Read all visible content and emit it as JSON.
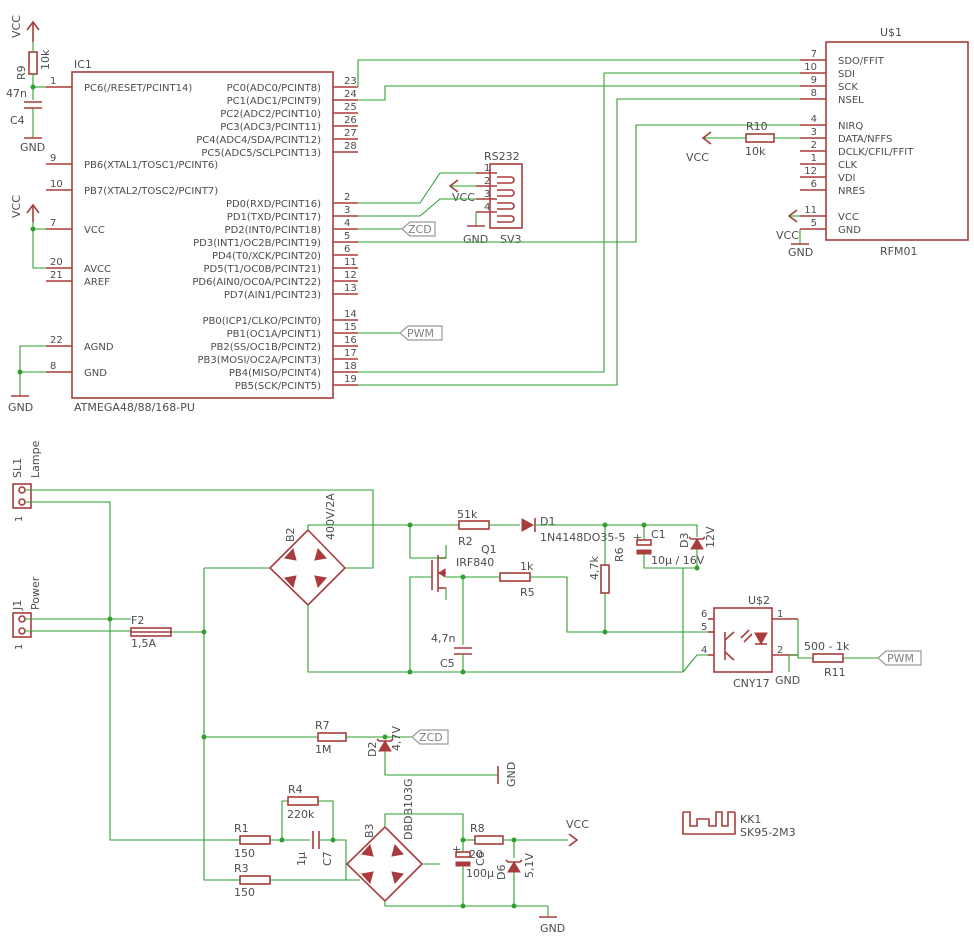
{
  "ic1": {
    "name": "IC1",
    "value": "ATMEGA48/88/168-PU",
    "left_pins": [
      {
        "num": "1",
        "name": "PC6(/RESET/PCINT14)"
      },
      {
        "num": "9",
        "name": "PB6(XTAL1/TOSC1/PCINT6)"
      },
      {
        "num": "10",
        "name": "PB7(XTAL2/TOSC2/PCINT7)"
      },
      {
        "num": "7",
        "name": "VCC"
      },
      {
        "num": "20",
        "name": "AVCC"
      },
      {
        "num": "21",
        "name": "AREF"
      },
      {
        "num": "22",
        "name": "AGND"
      },
      {
        "num": "8",
        "name": "GND"
      }
    ],
    "right_pins": [
      {
        "num": "23",
        "name": "PC0(ADC0/PCINT8)"
      },
      {
        "num": "24",
        "name": "PC1(ADC1/PCINT9)"
      },
      {
        "num": "25",
        "name": "PC2(ADC2/PCINT10)"
      },
      {
        "num": "26",
        "name": "PC3(ADC3/PCINT11)"
      },
      {
        "num": "27",
        "name": "PC4(ADC4/SDA/PCINT12)"
      },
      {
        "num": "28",
        "name": "PC5(ADC5/SCLPCINT13)"
      },
      {
        "num": "2",
        "name": "PD0(RXD/PCINT16)"
      },
      {
        "num": "3",
        "name": "PD1(TXD/PCINT17)"
      },
      {
        "num": "4",
        "name": "PD2(INT0/PCINT18)"
      },
      {
        "num": "5",
        "name": "PD3(INT1/OC2B/PCINT19)"
      },
      {
        "num": "6",
        "name": "PD4(T0/XCK/PCINT20)"
      },
      {
        "num": "11",
        "name": "PD5(T1/OC0B/PCINT21)"
      },
      {
        "num": "12",
        "name": "PD6(AIN0/OC0A/PCINT22)"
      },
      {
        "num": "13",
        "name": "PD7(AIN1/PCINT23)"
      },
      {
        "num": "14",
        "name": "PB0(ICP1/CLKO/PCINT0)"
      },
      {
        "num": "15",
        "name": "PB1(OC1A/PCINT1)"
      },
      {
        "num": "16",
        "name": "PB2(SS/OC1B/PCINT2)"
      },
      {
        "num": "17",
        "name": "PB3(MOSI/OC2A/PCINT3)"
      },
      {
        "num": "18",
        "name": "PB4(MISO/PCINT4)"
      },
      {
        "num": "19",
        "name": "PB5(SCK/PCINT5)"
      }
    ]
  },
  "u1": {
    "name": "U$1",
    "value": "RFM01",
    "pins": [
      {
        "num": "7",
        "name": "SDO/FFIT"
      },
      {
        "num": "10",
        "name": "SDI"
      },
      {
        "num": "9",
        "name": "SCK"
      },
      {
        "num": "8",
        "name": "NSEL"
      },
      {
        "num": "4",
        "name": "NIRQ"
      },
      {
        "num": "3",
        "name": "DATA/NFFS"
      },
      {
        "num": "2",
        "name": "DCLK/CFIL/FFIT"
      },
      {
        "num": "1",
        "name": "CLK"
      },
      {
        "num": "12",
        "name": "VDI"
      },
      {
        "num": "6",
        "name": "NRES"
      },
      {
        "num": "11",
        "name": "VCC"
      },
      {
        "num": "5",
        "name": "GND"
      }
    ]
  },
  "rs232": {
    "title": "RS232",
    "name": "SV3",
    "pins": [
      "1",
      "2",
      "3",
      "4"
    ]
  },
  "labels": {
    "vcc": "VCC",
    "gnd": "GND",
    "zcd": "ZCD",
    "pwm": "PWM",
    "r9": "R9",
    "r9_val": "10k",
    "c4": "C4",
    "c4_val": "47n",
    "r10": "R10",
    "r10_val": "10k",
    "sl1": "SL1",
    "sl1_val": "Lampe",
    "j1": "J1",
    "j1_val": "Power",
    "pin1": "1",
    "pin2": "2",
    "f2": "F2",
    "f2_val": "1,5A",
    "b2": "B2",
    "b2_val": "400V/2A",
    "r2": "R2",
    "r2_val": "51k",
    "d1": "D1",
    "d1_val": "1N4148DO35-5",
    "c1": "C1",
    "c1_val": "10µ / 16V",
    "d3": "D3",
    "d3_val": "12V",
    "r6": "R6",
    "r6_val": "4,7k",
    "q1": "Q1",
    "q1_val": "IRF840",
    "r5": "R5",
    "r5_val": "1k",
    "c5": "C5",
    "c5_val": "4,7n",
    "u2": "U$2",
    "u2_val": "CNY17",
    "u2_p6": "6",
    "u2_p5": "5",
    "u2_p4": "4",
    "u2_p1": "1",
    "u2_p2": "2",
    "r11": "R11",
    "r11_val": "500 - 1k",
    "r7": "R7",
    "r7_val": "1M",
    "d2": "D2",
    "d2_val": "4,7V",
    "r4": "R4",
    "r4_val": "220k",
    "r1": "R1",
    "r1_val": "150",
    "r3": "R3",
    "r3_val": "150",
    "c7": "C7",
    "c7_val": "1µ",
    "b3": "B3",
    "b3_val": "DBDB103G",
    "r8": "R8",
    "r8_val": "20",
    "c6": "C6",
    "c6_val": "100µ",
    "d6": "D6",
    "d6_val": "5,1V",
    "kk1": "KK1",
    "kk1_val": "SK95-2M3"
  }
}
